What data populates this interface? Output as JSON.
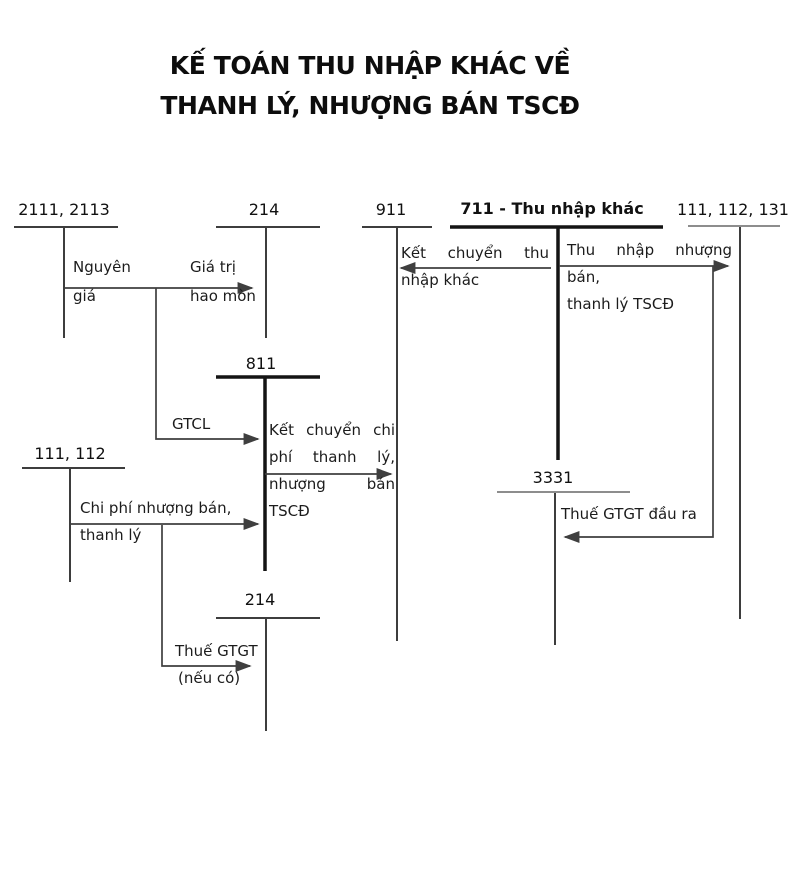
{
  "title": {
    "line1": "KẾ TOÁN THU NHẬP KHÁC VỀ",
    "line2": "THANH LÝ, NHƯỢNG BÁN TSCĐ"
  },
  "accounts": {
    "fixed_asset": {
      "code": "2111, 2113"
    },
    "accum_dep_top": {
      "code": "214"
    },
    "income_summary": {
      "code": "911"
    },
    "other_income": {
      "code": "711 - Thu nhập khác"
    },
    "cash_receivables": {
      "code": "111, 112, 131"
    },
    "other_expenses": {
      "code": "811"
    },
    "cash": {
      "code": "111, 112"
    },
    "output_vat": {
      "code": "3331"
    },
    "accum_dep_bottom": {
      "code": "214"
    }
  },
  "flows": {
    "derecognition": {
      "left_line1": "Nguyên",
      "left_line2": "giá",
      "right_line1": "Giá trị",
      "right_line2": "hao mòn"
    },
    "residual_value": {
      "label": "GTCL"
    },
    "expense_closing": {
      "line1": "Kết chuyển chi",
      "line2": "phí thanh lý,",
      "line3": "nhượng bán",
      "line4": "TSCĐ"
    },
    "disposal_costs": {
      "line1": "Chi phí nhượng bán,",
      "line2": "thanh lý"
    },
    "vat_if_any": {
      "line1": "Thuế GTGT",
      "line2": "(nếu có)"
    },
    "income_closing": {
      "line1": "Kết chuyển thu",
      "line2": "nhập khác"
    },
    "disposal_income": {
      "line1": "Thu nhập nhượng bán,",
      "line2": "thanh lý TSCĐ"
    },
    "output_vat_flow": {
      "label": "Thuế GTGT đầu ra"
    }
  },
  "colors": {
    "background": "#ffffff",
    "text": "#1c1c1c",
    "title": "#0d0d0d",
    "line": "#3d3d3d",
    "line_bold": "#141414",
    "line_gray": "#8d8d8d",
    "arrow": "#3f3f3f"
  }
}
